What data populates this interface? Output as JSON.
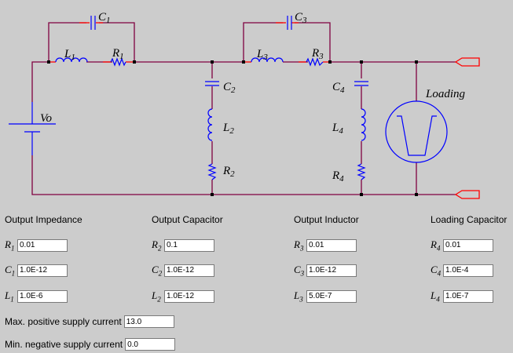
{
  "colors": {
    "wire": "#800040",
    "lead": "#ff0000",
    "component": "#0000ff",
    "node": "#000000",
    "background": "#cccccc"
  },
  "schematic": {
    "source_label": "Vo",
    "load_label": "Loading",
    "components": [
      {
        "id": "C1",
        "name": "C",
        "sub": "1"
      },
      {
        "id": "L1",
        "name": "L",
        "sub": "1"
      },
      {
        "id": "R1",
        "name": "R",
        "sub": "1"
      },
      {
        "id": "C2",
        "name": "C",
        "sub": "2"
      },
      {
        "id": "L2",
        "name": "L",
        "sub": "2"
      },
      {
        "id": "R2",
        "name": "R",
        "sub": "2"
      },
      {
        "id": "C3",
        "name": "C",
        "sub": "3"
      },
      {
        "id": "L3",
        "name": "L",
        "sub": "3"
      },
      {
        "id": "R3",
        "name": "R",
        "sub": "3"
      },
      {
        "id": "C4",
        "name": "C",
        "sub": "4"
      },
      {
        "id": "L4",
        "name": "L",
        "sub": "4"
      },
      {
        "id": "R4",
        "name": "R",
        "sub": "4"
      }
    ]
  },
  "groups": [
    {
      "title": "Output Impedance",
      "fields": [
        {
          "sym": "R",
          "sub": "1",
          "value": "0.01"
        },
        {
          "sym": "C",
          "sub": "1",
          "value": "1.0E-12"
        },
        {
          "sym": "L",
          "sub": "1",
          "value": "1.0E-6"
        }
      ]
    },
    {
      "title": "Output Capacitor",
      "fields": [
        {
          "sym": "R",
          "sub": "2",
          "value": "0.1"
        },
        {
          "sym": "C",
          "sub": "2",
          "value": "1.0E-12"
        },
        {
          "sym": "L",
          "sub": "2",
          "value": "1.0E-12"
        }
      ]
    },
    {
      "title": "Output Inductor",
      "fields": [
        {
          "sym": "R",
          "sub": "3",
          "value": "0.01"
        },
        {
          "sym": "C",
          "sub": "3",
          "value": "1.0E-12"
        },
        {
          "sym": "L",
          "sub": "3",
          "value": "5.0E-7"
        }
      ]
    },
    {
      "title": "Loading Capacitor",
      "fields": [
        {
          "sym": "R",
          "sub": "4",
          "value": "0.01"
        },
        {
          "sym": "C",
          "sub": "4",
          "value": "1.0E-4"
        },
        {
          "sym": "L",
          "sub": "4",
          "value": "1.0E-7"
        }
      ]
    }
  ],
  "supply": {
    "max_label": "Max. positive supply current",
    "max_value": "13.0",
    "min_label": "Min. negative supply current",
    "min_value": "0.0"
  }
}
